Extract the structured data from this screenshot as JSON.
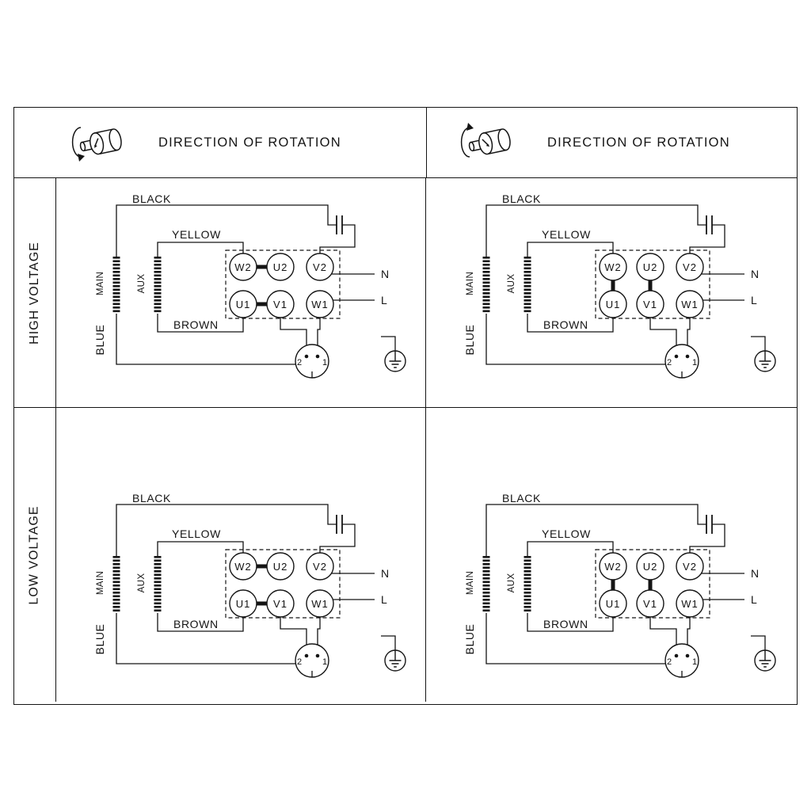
{
  "header": {
    "left": {
      "title": "DIRECTION OF ROTATION",
      "icon": "motor-rotation-ccw-icon"
    },
    "right": {
      "title": "DIRECTION OF ROTATION",
      "icon": "motor-rotation-cw-icon"
    }
  },
  "rows": [
    {
      "label": "HIGH VOLTAGE"
    },
    {
      "label": "LOW VOLTAGE"
    }
  ],
  "labels": {
    "black": "BLACK",
    "yellow": "YELLOW",
    "brown": "BROWN",
    "blue": "BLUE",
    "main": "MAIN",
    "aux": "AUX",
    "neutral": "N",
    "live": "L"
  },
  "terminals": {
    "top": [
      "W2",
      "U2",
      "V2"
    ],
    "bottom": [
      "U1",
      "V1",
      "W1"
    ]
  },
  "plug": {
    "pins": [
      "2",
      "1"
    ]
  },
  "quadrants": [
    {
      "name": "high-voltage-left",
      "row": "HIGH VOLTAGE",
      "jumpers": [
        "W2-U2",
        "U1-V1"
      ]
    },
    {
      "name": "high-voltage-right",
      "row": "HIGH VOLTAGE",
      "jumpers": [
        "W2-U1",
        "U2-V1"
      ]
    },
    {
      "name": "low-voltage-left",
      "row": "LOW VOLTAGE",
      "jumpers": [
        "W2-U2",
        "U1-V1"
      ]
    },
    {
      "name": "low-voltage-right",
      "row": "LOW VOLTAGE",
      "jumpers": [
        "W2-U1",
        "U2-V1"
      ]
    }
  ],
  "colors": {
    "line": "#141414",
    "background": "#ffffff"
  }
}
